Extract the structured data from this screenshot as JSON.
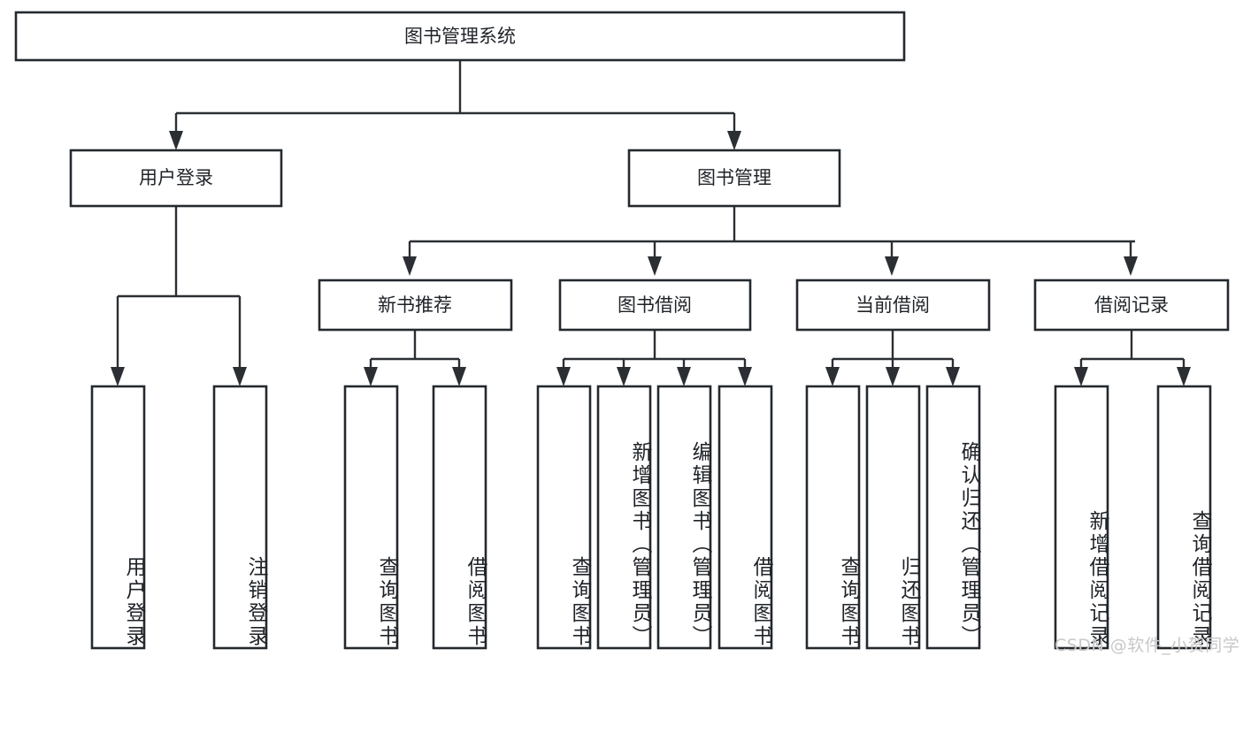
{
  "diagram": {
    "title": "图书管理系统",
    "type": "tree-hierarchy-chart",
    "colors": {
      "box_stroke": "#24292e",
      "box_fill": "#ffffff",
      "connector": "#2b2f33",
      "text": "#1f2328",
      "watermark": "#c8c8c8",
      "background": "#ffffff"
    },
    "root": {
      "label": "图书管理系统"
    },
    "level2": [
      {
        "label": "用户登录"
      },
      {
        "label": "图书管理"
      }
    ],
    "level3": [
      {
        "label": "新书推荐"
      },
      {
        "label": "图书借阅"
      },
      {
        "label": "当前借阅"
      },
      {
        "label": "借阅记录"
      }
    ],
    "leaves": {
      "user_login": [
        {
          "label": "用户登录"
        },
        {
          "label": "注销登录"
        }
      ],
      "new_book_recommend": [
        {
          "label": "查询图书"
        },
        {
          "label": "借阅图书"
        }
      ],
      "book_borrow": [
        {
          "label": "查询图书"
        },
        {
          "label": "新增图书（管理员）"
        },
        {
          "label": "编辑图书（管理员）"
        },
        {
          "label": "借阅图书"
        }
      ],
      "current_borrow": [
        {
          "label": "查询图书"
        },
        {
          "label": "归还图书"
        },
        {
          "label": "确认归还（管理员）"
        }
      ],
      "borrow_record": [
        {
          "label": "新增借阅记录"
        },
        {
          "label": "查询借阅记录"
        }
      ]
    },
    "watermark": "CSDN @软件_小贺同学"
  }
}
